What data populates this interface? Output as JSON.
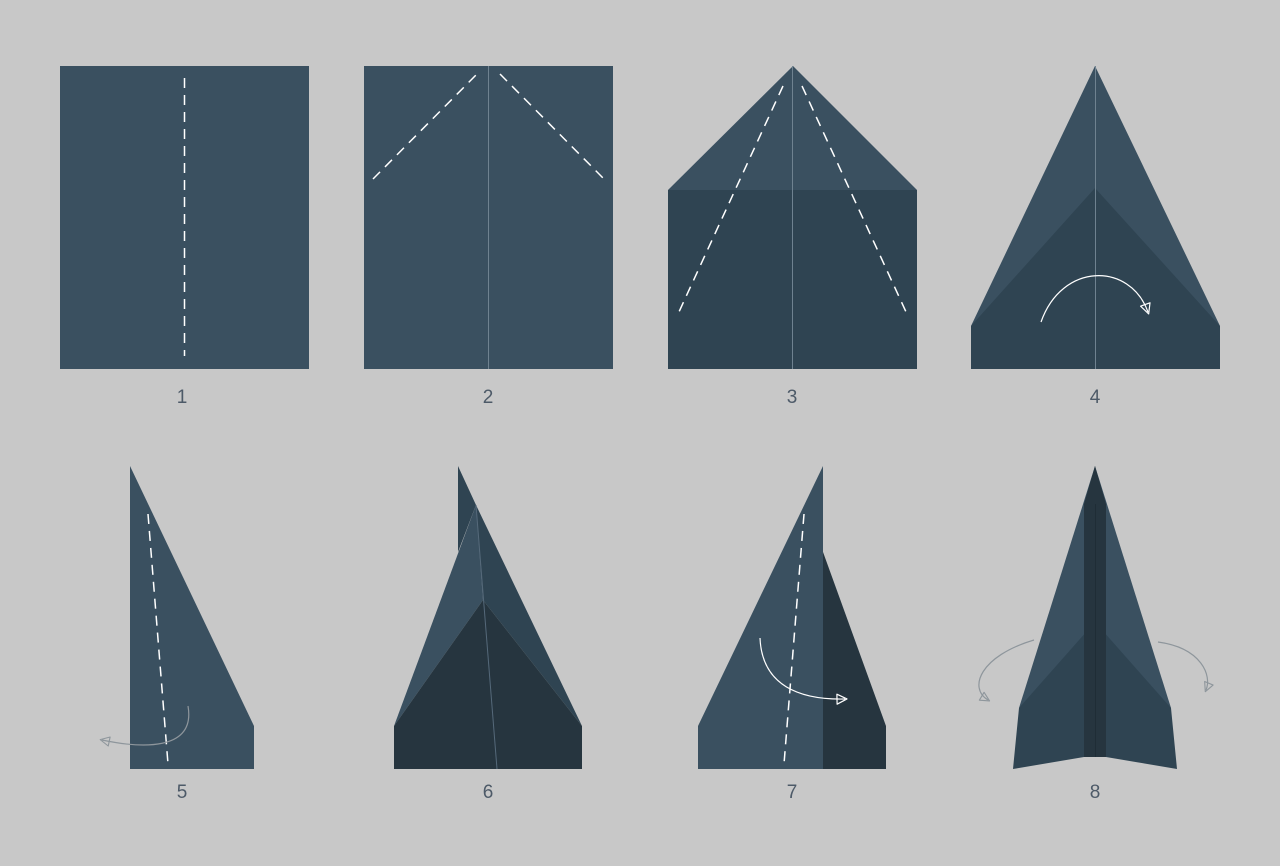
{
  "steps": [
    {
      "number": "1"
    },
    {
      "number": "2"
    },
    {
      "number": "3"
    },
    {
      "number": "4"
    },
    {
      "number": "5"
    },
    {
      "number": "6"
    },
    {
      "number": "7"
    },
    {
      "number": "8"
    }
  ],
  "colors": {
    "background": "#c8c8c8",
    "paper": "#3a5060",
    "paper_mid": "#2f4452",
    "paper_dark": "#26353f",
    "paper_darkest": "#1f2d36",
    "crease": "#6f8290",
    "fold_line": "#ffffff",
    "arrow_white": "#ffffff",
    "arrow_grey": "#8e969c",
    "label_text": "#4d5a68"
  }
}
